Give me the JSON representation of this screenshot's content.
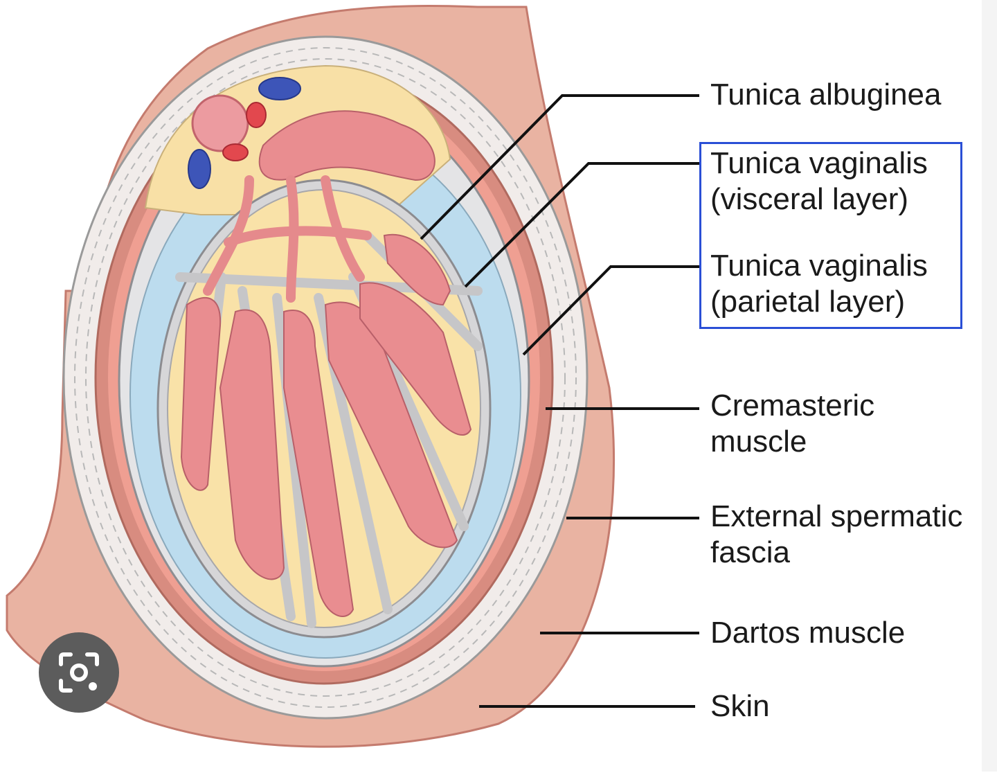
{
  "diagram": {
    "labels": [
      {
        "id": "tunica-albuginea",
        "lines": [
          "Tunica albuginea"
        ]
      },
      {
        "id": "tunica-vaginalis-visceral",
        "lines": [
          "Tunica vaginalis",
          "(visceral layer)"
        ]
      },
      {
        "id": "tunica-vaginalis-parietal",
        "lines": [
          "Tunica vaginalis",
          "(parietal layer)"
        ]
      },
      {
        "id": "cremasteric-muscle",
        "lines": [
          "Cremasteric",
          "muscle"
        ]
      },
      {
        "id": "external-spermatic-fascia",
        "lines": [
          "External spermatic",
          "fascia"
        ]
      },
      {
        "id": "dartos-muscle",
        "lines": [
          "Dartos muscle"
        ]
      },
      {
        "id": "skin",
        "lines": [
          "Skin"
        ]
      }
    ],
    "highlight_color": "#2a4fd6",
    "colors": {
      "skin": "#e8b0a0",
      "muscle": "#d9897e",
      "fascia": "#f2efed",
      "cavity": "#b9d9ea",
      "connective": "#f9e2a8",
      "tubules": "#e7878a",
      "septa": "#d2d2d4",
      "vein": "#3d55b8"
    }
  },
  "controls": {
    "visual_search": {
      "icon": "camera-search-icon"
    }
  }
}
